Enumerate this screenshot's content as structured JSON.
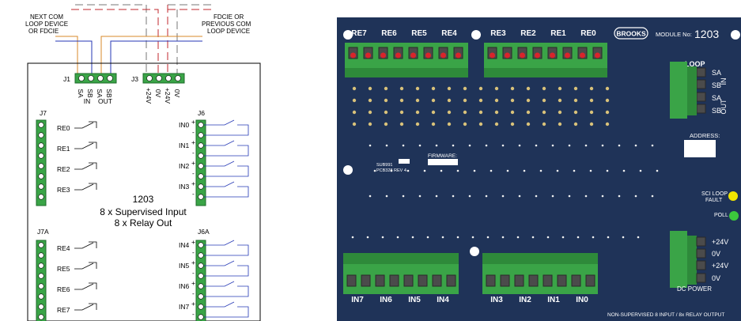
{
  "wiring": {
    "header_left": [
      "NEXT COM",
      "LOOP DEVICE",
      "OR FDCIE"
    ],
    "header_right": [
      "FDCIE OR",
      "PREVIOUS COM",
      "LOOP DEVICE"
    ],
    "j1": "J1",
    "j3": "J3",
    "j7": "J7",
    "j6": "J6",
    "j7a": "J7A",
    "j6a": "J6A",
    "j1_pins": [
      "SA",
      "SB",
      "SA",
      "SB"
    ],
    "j1_groups": [
      "IN",
      "OUT"
    ],
    "j3_pins": [
      "+24V",
      "0V",
      "+24V",
      "0V"
    ],
    "relays_top": [
      "RE0",
      "RE1",
      "RE2",
      "RE3"
    ],
    "relays_bottom": [
      "RE4",
      "RE5",
      "RE6",
      "RE7"
    ],
    "inputs_top": [
      "IN0",
      "IN1",
      "IN2",
      "IN3"
    ],
    "inputs_bottom": [
      "IN4",
      "IN5",
      "IN6",
      "IN7"
    ],
    "title": "1203",
    "subtitle1": "8 x Supervised Input",
    "subtitle2": "8 x Relay Out",
    "plus": "+",
    "minus": "-"
  },
  "board": {
    "relays_left": [
      "RE7",
      "RE6",
      "RE5",
      "RE4"
    ],
    "relays_right": [
      "RE3",
      "RE2",
      "RE1",
      "RE0"
    ],
    "brand": "BROOKS",
    "module_label": "MODULE No:",
    "module_no": "1203",
    "loop_label": "LOOP",
    "loop_in_pins": [
      "SA",
      "SB"
    ],
    "loop_in": "IN",
    "loop_out_pins": [
      "SA",
      "SB"
    ],
    "loop_out": "OUT",
    "address": "ADDRESS:",
    "firmware": "FIRMWARE:",
    "sub_lines": [
      "SUB991",
      "PCB328 REV 4"
    ],
    "sci_fault": [
      "SCI LOOP",
      "FAULT"
    ],
    "poll": "POLL",
    "dc_pins": [
      "+24V",
      "0V",
      "+24V",
      "0V"
    ],
    "dc_power": "DC POWER",
    "inputs_left": [
      "IN7",
      "IN6",
      "IN5",
      "IN4"
    ],
    "inputs_right": [
      "IN3",
      "IN2",
      "IN1",
      "IN0"
    ],
    "footer": "NON-SUPERVISED 8 INPUT / 8x RELAY OUTPUT",
    "colors": {
      "pcb": "#1f3358",
      "terminal": "#3aa447",
      "led_red": "#d9242b",
      "led_yellow": "#f2e600",
      "led_green": "#3cc83c"
    }
  }
}
